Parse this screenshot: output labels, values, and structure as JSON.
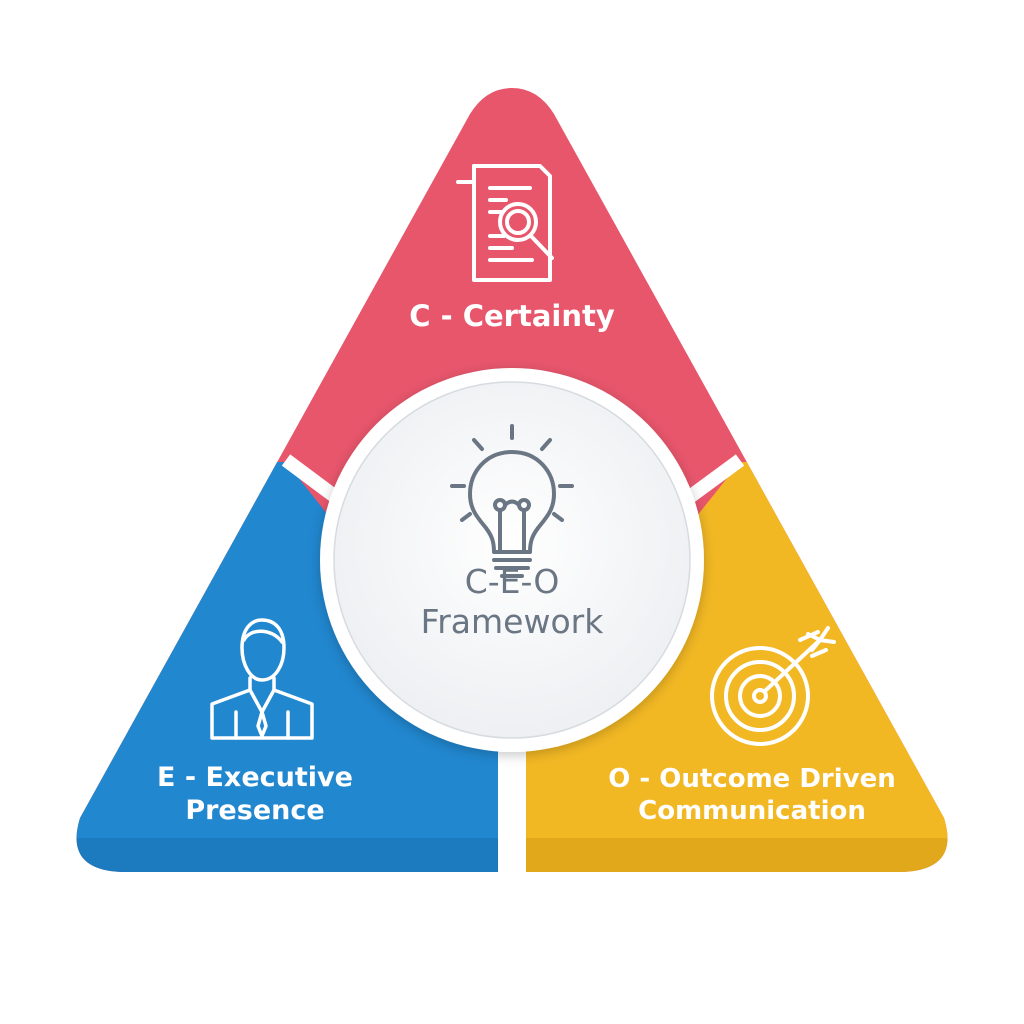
{
  "diagram": {
    "center": {
      "line1": "C-E-O",
      "line2": "Framework",
      "icon": "lightbulb-icon"
    },
    "segments": [
      {
        "id": "certainty",
        "line1": "C - Certainty",
        "icon": "document-search-icon",
        "color": "#E8566C"
      },
      {
        "id": "executive",
        "line1": "E - Executive",
        "line2": "Presence",
        "icon": "businessman-icon",
        "color": "#2187CF"
      },
      {
        "id": "outcome",
        "line1": "O - Outcome Driven",
        "line2": "Communication",
        "icon": "target-arrow-icon",
        "color": "#F2B824"
      }
    ]
  }
}
